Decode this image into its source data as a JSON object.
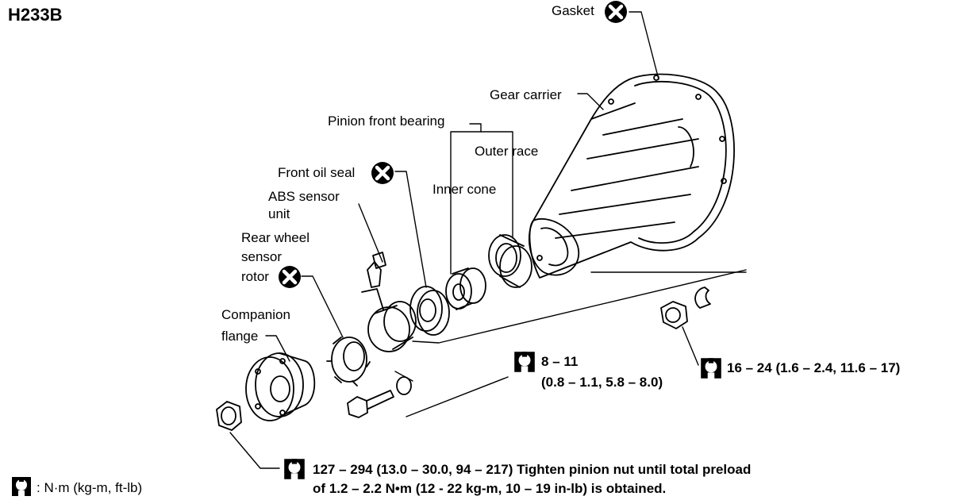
{
  "figure_id": "H233B",
  "labels": {
    "gasket": "Gasket",
    "gear_carrier": "Gear carrier",
    "pinion_front_bearing": "Pinion front bearing",
    "outer_race": "Outer race",
    "inner_cone": "Inner cone",
    "front_oil_seal": "Front oil seal",
    "abs_sensor_1": "ABS sensor",
    "abs_sensor_2": "unit",
    "rear_wheel_1": "Rear wheel",
    "rear_wheel_2": "sensor",
    "rear_wheel_3": "rotor",
    "companion_1": "Companion",
    "companion_2": "flange"
  },
  "torque": {
    "sensor_bolt_1": "8 – 11",
    "sensor_bolt_2": "(0.8 – 1.1, 5.8 – 8.0)",
    "carrier_nut": "16 – 24 (1.6 – 2.4, 11.6 – 17)",
    "pinion_nut_1": "127 – 294 (13.0 – 30.0, 94 – 217) Tighten pinion nut until total preload",
    "pinion_nut_2": "of 1.2 – 2.2 N•m (12 - 22 kg-m, 10 – 19 in-lb) is obtained."
  },
  "legend": {
    "units": ": N·m (kg-m, ft-lb)"
  },
  "icons": {
    "replace": "x-circle-icon",
    "torque": "torque-wrench-icon"
  }
}
